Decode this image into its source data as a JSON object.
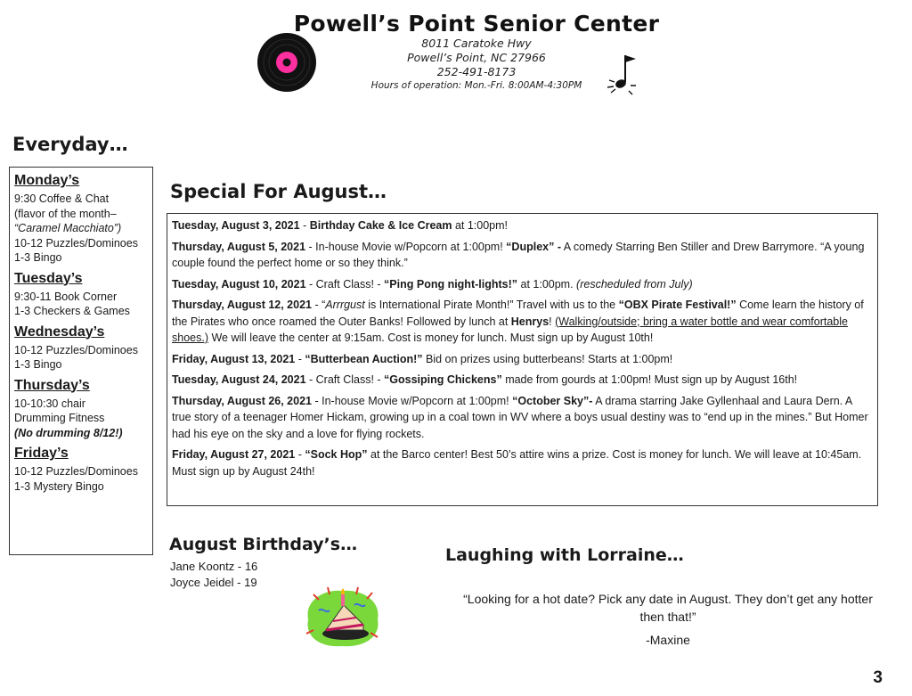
{
  "header": {
    "center_name": "Powell’s Point Senior Center",
    "address_line1": "8011 Caratoke Hwy",
    "address_line2": "Powell’s Point, NC 27966",
    "phone": "252-491-8173",
    "hours": "Hours of operation: Mon.-Fri. 8:00AM-4:30PM"
  },
  "everyday": {
    "title": "Everyday…",
    "days": [
      {
        "name": "Monday’s",
        "lines": [
          "9:30 Coffee & Chat",
          "(flavor of the month–",
          "“Caramel Macchiato”)",
          "10-12 Puzzles/Dominoes",
          "1-3 Bingo"
        ]
      },
      {
        "name": "Tuesday’s",
        "lines": [
          "9:30-11 Book Corner",
          "1-3 Checkers & Games"
        ]
      },
      {
        "name": "Wednesday’s",
        "lines": [
          "10-12 Puzzles/Dominoes",
          "1-3 Bingo"
        ]
      },
      {
        "name": "Thursday’s",
        "lines": [
          "10-10:30 chair",
          "Drumming Fitness",
          "(No drumming 8/12!)"
        ]
      },
      {
        "name": "Friday’s",
        "lines": [
          "10-12 Puzzles/Dominoes",
          "1-3 Mystery Bingo"
        ]
      }
    ]
  },
  "special": {
    "title": "Special For August…",
    "events": [
      {
        "date": "Tuesday, August 3, 2021",
        "sep": " - ",
        "title": "Birthday Cake & Ice Cream",
        "text": " at 1:00pm!"
      },
      {
        "date": "Thursday, August 5, 2021",
        "pre": " - In-house Movie w/Popcorn at 1:00pm! ",
        "title": "“Duplex” -",
        "text": " A comedy Starring Ben Stiller and Drew Barrymore. “A young couple found the perfect home or so they think.”"
      },
      {
        "date": "Tuesday, August 10, 2021",
        "pre": " - Craft Class! - ",
        "title": "“Ping Pong night-lights!”",
        "text": " at 1:00pm. ",
        "italic": "(rescheduled from July)"
      },
      {
        "date": "Thursday, August 12, 2021",
        "pre": " - “",
        "italic_word": "Arrrgust",
        "mid": " is International Pirate Month!” Travel with us to the ",
        "title": "“OBX Pirate Festival!”",
        "text": "  Come learn the history of the Pirates who once roamed the Outer Banks! Followed by lunch at ",
        "bold2": "Henrys",
        "text2": "!  ",
        "underline": "(Walking/outside; bring a water bottle and wear comfortable shoes.)",
        "text3": "  We will leave the center at 9:15am. Cost is money for lunch.  Must sign up by August 10th!"
      },
      {
        "date": "Friday, August 13, 2021",
        "sep": " - ",
        "title": "“Butterbean Auction!”",
        "text": "  Bid on prizes using butterbeans!  Starts at 1:00pm!"
      },
      {
        "date": "Tuesday, August 24, 2021",
        "pre": " - Craft Class! - ",
        "title": "“Gossiping Chickens”",
        "text": " made from gourds at 1:00pm!  Must sign up by August 16th!"
      },
      {
        "date": "Thursday, August 26, 2021",
        "pre": " - In-house Movie w/Popcorn at 1:00pm! ",
        "title": "“October Sky”-",
        "text": "  A drama starring Jake Gyllenhaal  and Laura Dern. A true story of a teenager Homer Hickam, growing up in a coal town in WV where a boys usual destiny was to “end up in the mines.” But Homer had his eye on the sky and a love for flying rockets."
      },
      {
        "date": "Friday, August 27, 2021",
        "sep": " - ",
        "title": "“Sock Hop”",
        "text": " at the Barco center!  Best 50’s attire wins a prize.  Cost is money for lunch.  We will leave at 10:45am.  Must sign up by August 24th!"
      }
    ]
  },
  "birthdays": {
    "title": "August Birthday’s…",
    "people": [
      "Jane Koontz - 16",
      "Joyce Jeidel - 19"
    ]
  },
  "laughing": {
    "title": "Laughing with Lorraine…",
    "quote": "“Looking for a hot date? Pick any date in August.  They don’t get any hotter then that!”",
    "author": "-Maxine"
  },
  "page_number": "3",
  "icons": {
    "record": "vinyl-record-icon",
    "note": "music-note-icon",
    "cake": "birthday-cake-icon"
  },
  "colors": {
    "record_label": "#ff2fa0"
  }
}
